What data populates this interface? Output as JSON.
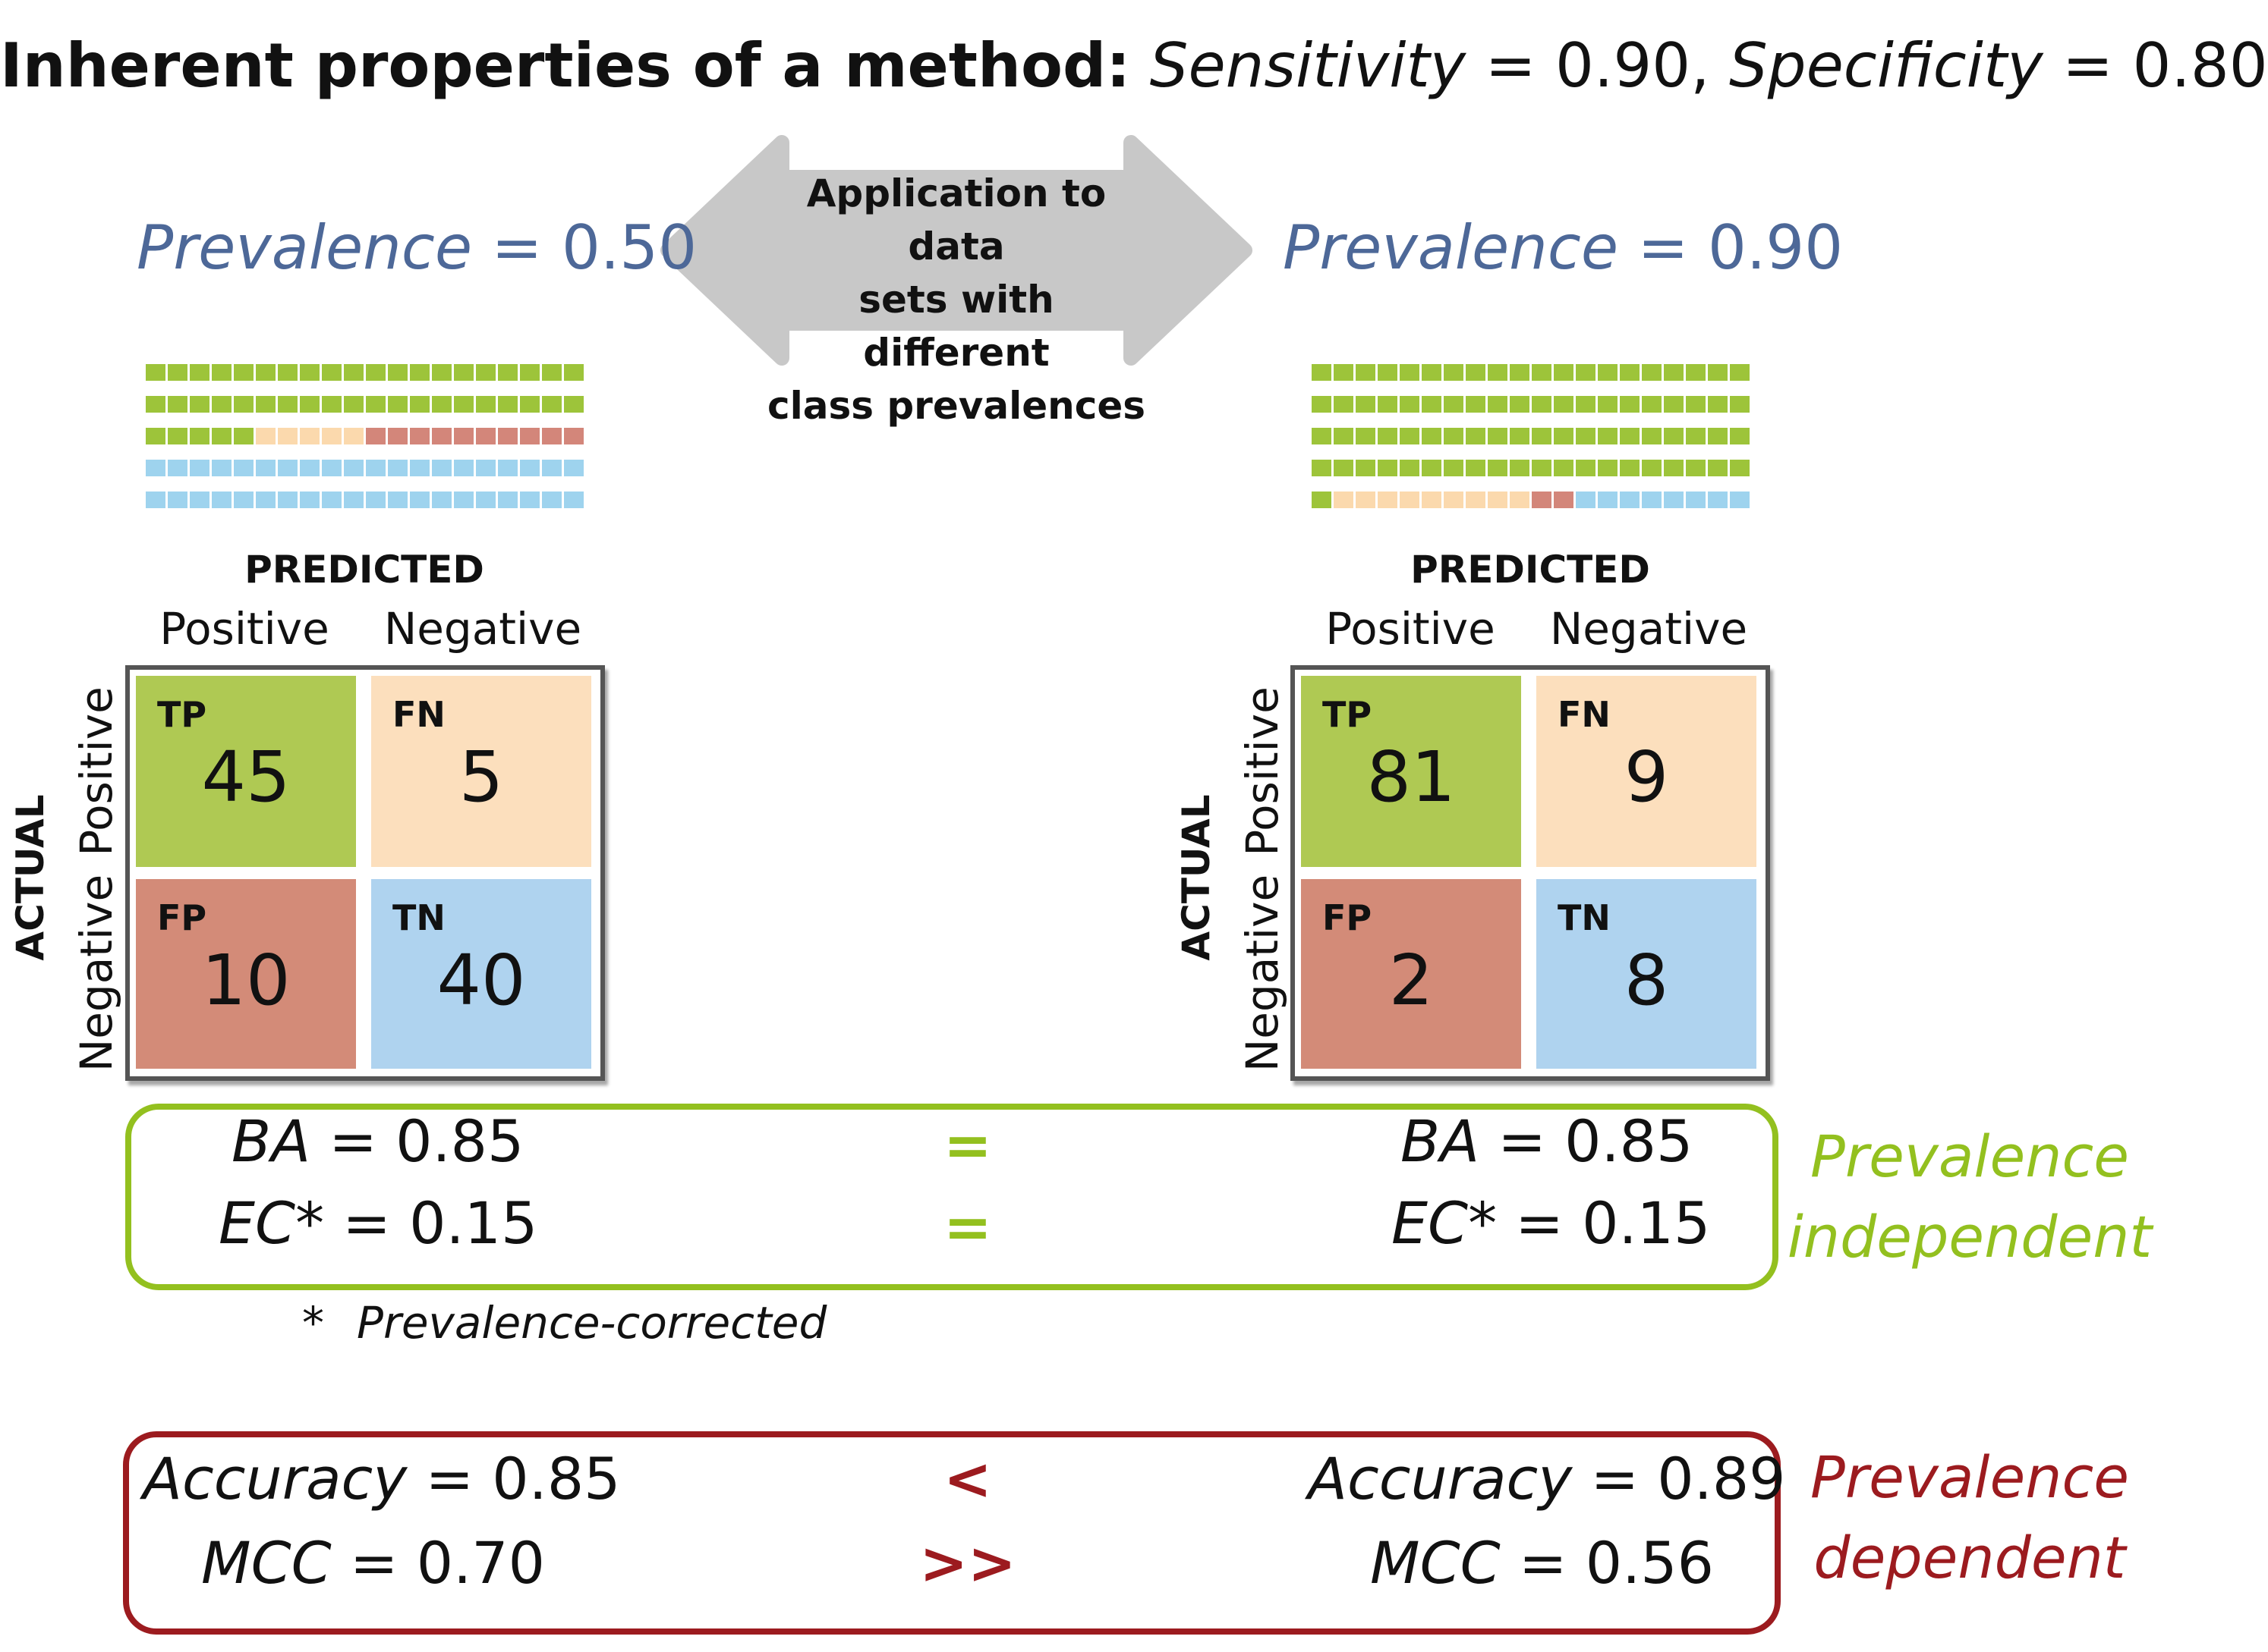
{
  "title": {
    "bold": "Inherent properties of a method:",
    "sens_name": "Sensitivity",
    "sens_rest": " = 0.90, ",
    "spec_name": "Specificity",
    "spec_rest": " = 0.80"
  },
  "arrow": {
    "lines": [
      "Application to data",
      "sets with different",
      "class prevalences"
    ],
    "color": "#c8c8c8"
  },
  "panels": [
    {
      "prev_name": "Prevalence",
      "prev_rest": " = 0.50",
      "predicted": "PREDICTED",
      "col_labels": [
        "Positive",
        "Negative"
      ],
      "actual": "ACTUAL",
      "row_labels": [
        "Positive",
        "Negative"
      ],
      "cells": [
        {
          "tag": "TP",
          "value": "45"
        },
        {
          "tag": "FN",
          "value": "5"
        },
        {
          "tag": "FP",
          "value": "10"
        },
        {
          "tag": "TN",
          "value": "40"
        }
      ],
      "waffle": {
        "TP": 45,
        "FN": 5,
        "FP": 10,
        "TN": 40
      }
    },
    {
      "prev_name": "Prevalence",
      "prev_rest": " = 0.90",
      "predicted": "PREDICTED",
      "col_labels": [
        "Positive",
        "Negative"
      ],
      "actual": "ACTUAL",
      "row_labels": [
        "Positive",
        "Negative"
      ],
      "cells": [
        {
          "tag": "TP",
          "value": "81"
        },
        {
          "tag": "FN",
          "value": "9"
        },
        {
          "tag": "FP",
          "value": "2"
        },
        {
          "tag": "TN",
          "value": "8"
        }
      ],
      "waffle": {
        "TP": 81,
        "FN": 9,
        "FP": 2,
        "TN": 8
      }
    }
  ],
  "colors": {
    "TP": "#afc953",
    "FN": "#fcdfbd",
    "FP": "#d38b78",
    "TN": "#afd3ef",
    "waffle_TP": "#9dc43a",
    "waffle_FN": "#fbd9ad",
    "waffle_FP": "#d3867a",
    "waffle_TN": "#9ed3ee",
    "independent": "#93c01f",
    "dependent": "#9c1b1f",
    "prevalence": "#4d6898"
  },
  "independent": {
    "rows": [
      {
        "left_name": "BA",
        "left_rest": " = 0.85",
        "symbol": "=",
        "right_name": "BA",
        "right_rest": " = 0.85"
      },
      {
        "left_name": "EC*",
        "left_rest": " = 0.15",
        "symbol": "=",
        "right_name": "EC*",
        "right_rest": " = 0.15"
      }
    ],
    "label_lines": [
      "Prevalence",
      "independent"
    ],
    "footnote_star": "*",
    "footnote_text": "Prevalence-corrected"
  },
  "dependent": {
    "rows": [
      {
        "left_name": "Accuracy",
        "left_rest": " = 0.85",
        "symbol": "<",
        "right_name": "Accuracy",
        "right_rest": " = 0.89"
      },
      {
        "left_name": "MCC",
        "left_rest": " = 0.70",
        "symbol": ">>",
        "right_name": "MCC",
        "right_rest": " = 0.56"
      }
    ],
    "label_lines": [
      "Prevalence",
      "dependent"
    ]
  }
}
